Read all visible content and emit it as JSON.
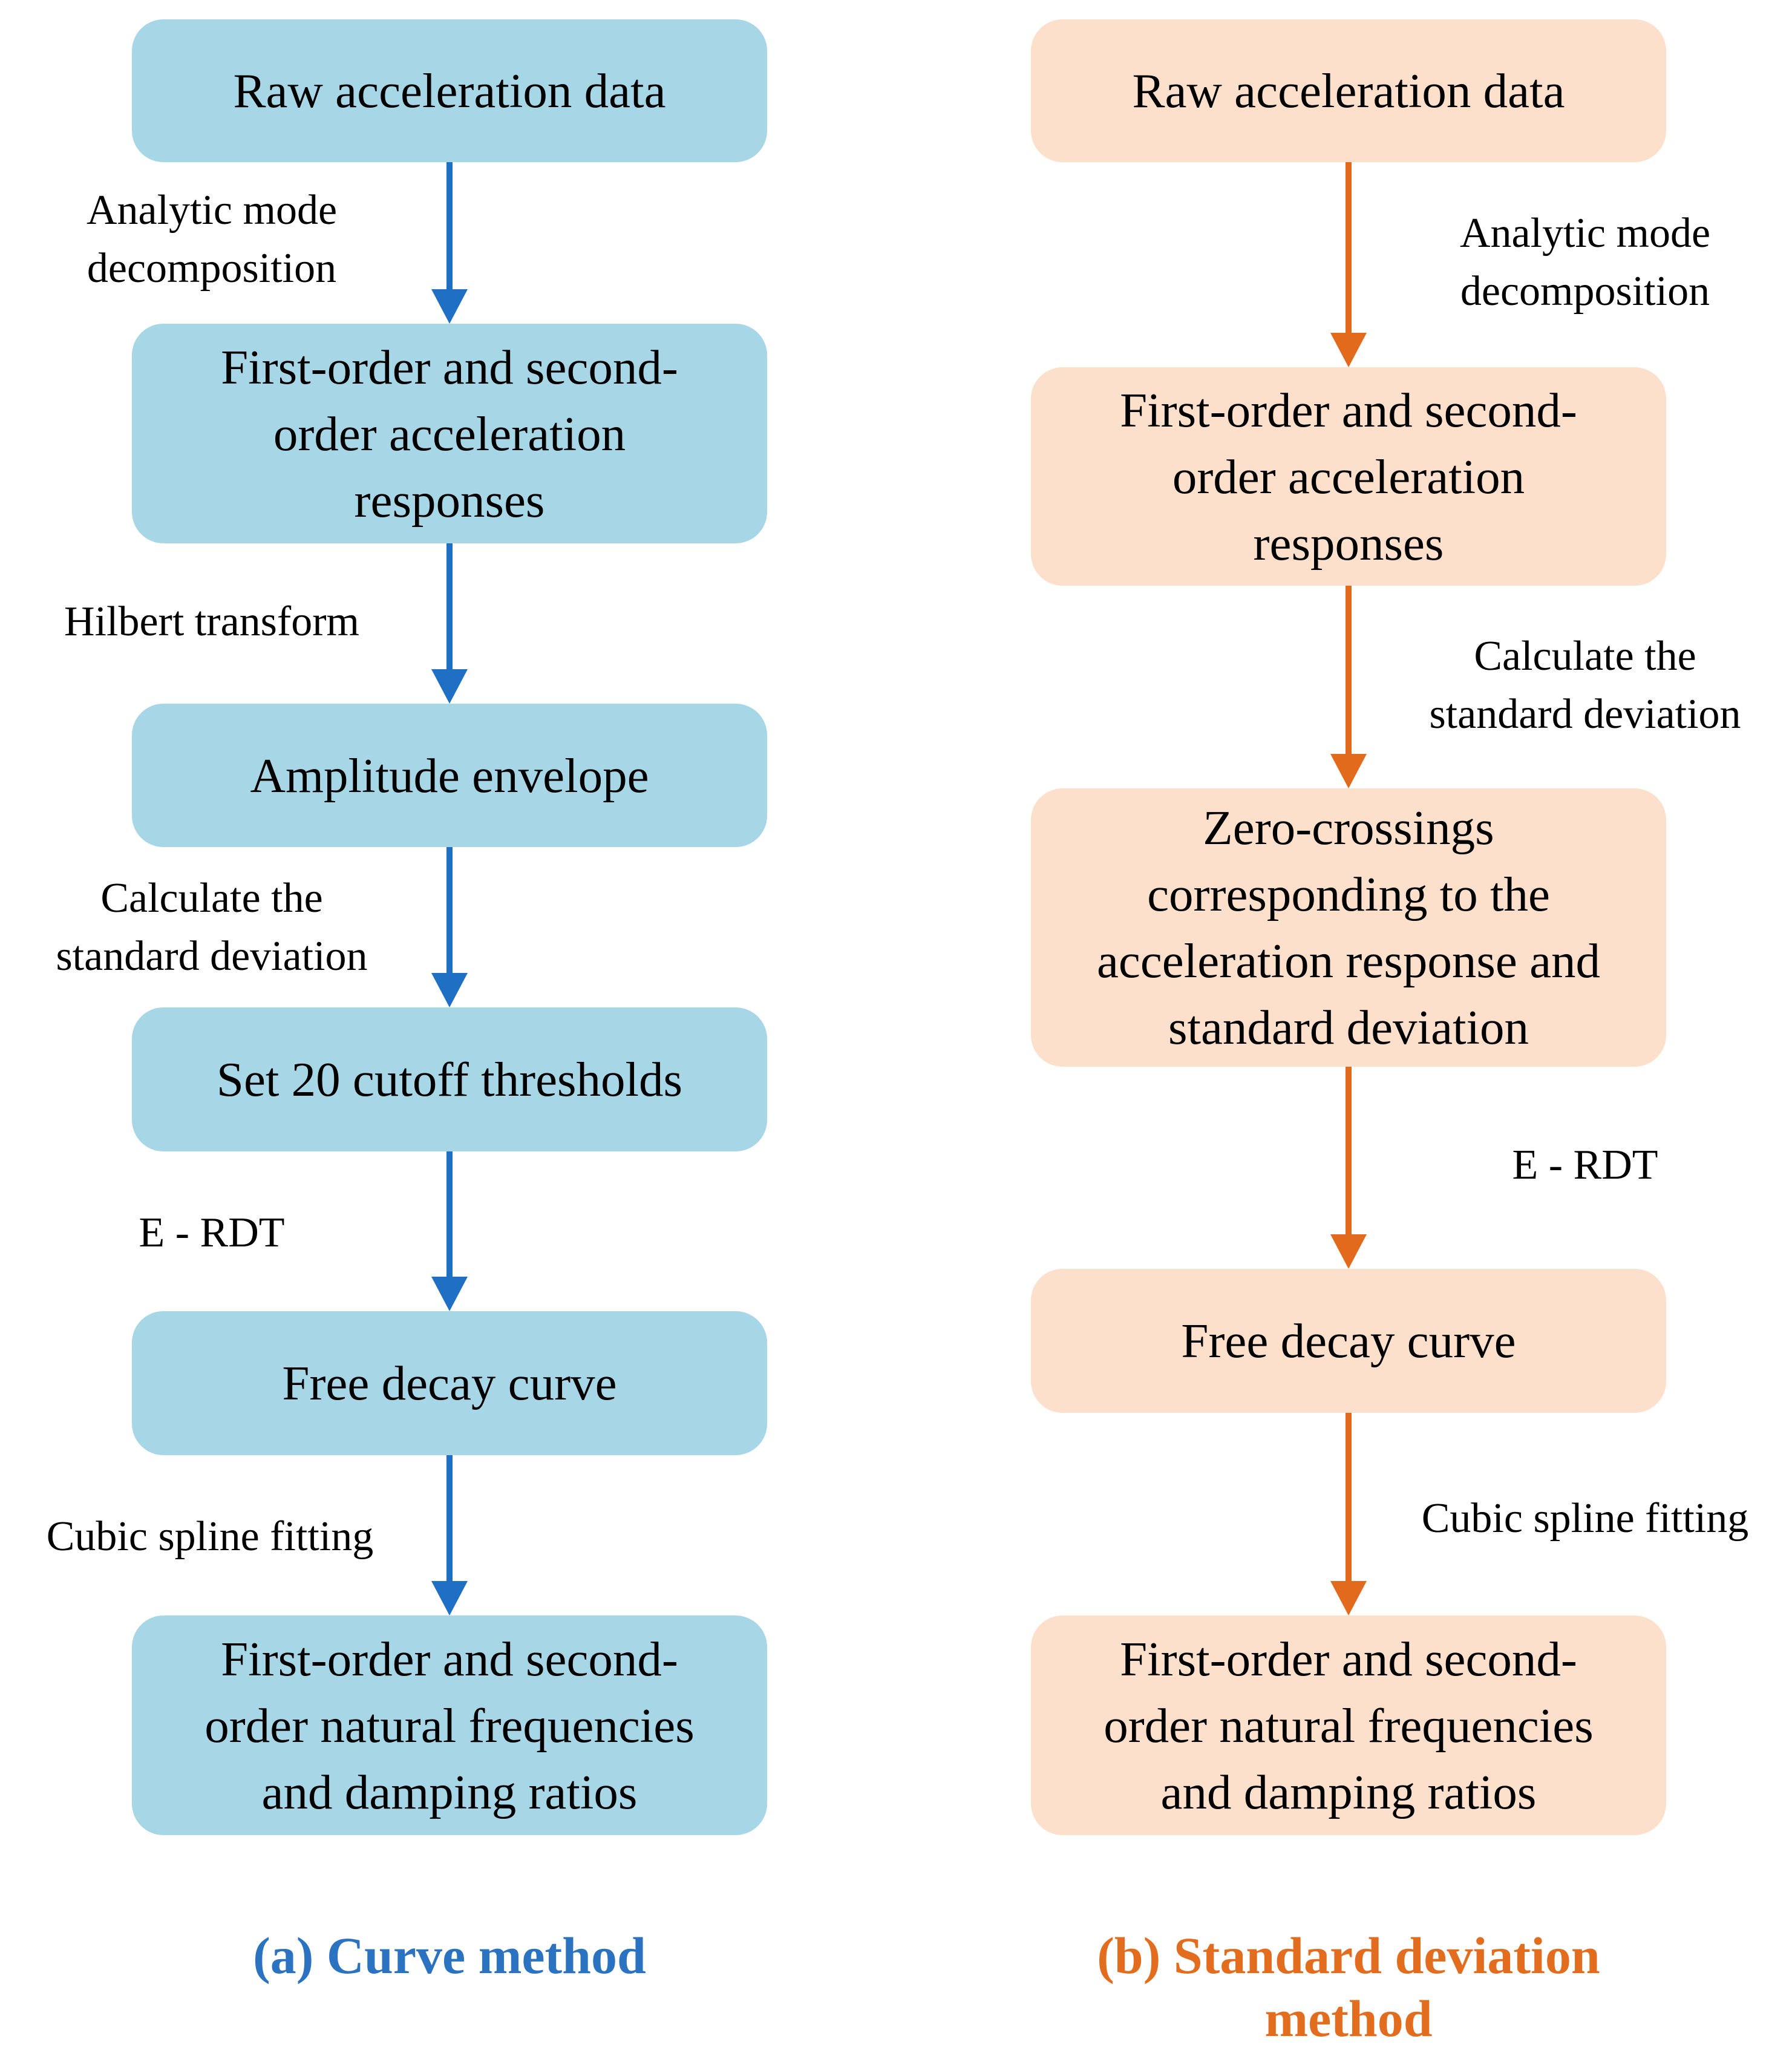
{
  "colors": {
    "left_box_fill": "#a7d6e6",
    "right_box_fill": "#fde0cb",
    "left_arrow": "#1f6fc5",
    "right_arrow": "#e26a1c",
    "left_caption": "#2b73c0",
    "right_caption": "#e36d1f"
  },
  "left": {
    "boxes": [
      "Raw acceleration data",
      "First-order and second-\norder acceleration\nresponses",
      "Amplitude envelope",
      "Set 20 cutoff thresholds",
      "Free decay curve",
      "First-order and second-\norder natural frequencies\nand damping ratios"
    ],
    "edges": [
      "Analytic mode\ndecomposition",
      "Hilbert transform",
      "Calculate the\nstandard deviation",
      "E - RDT",
      "Cubic spline fitting"
    ],
    "caption": "(a) Curve method"
  },
  "right": {
    "boxes": [
      "Raw acceleration data",
      "First-order and second-\norder acceleration\nresponses",
      "Zero-crossings\ncorresponding to the\nacceleration response and\nstandard deviation",
      "Free decay curve",
      "First-order and second-\norder natural frequencies\nand damping ratios"
    ],
    "edges": [
      "Analytic mode\ndecomposition",
      "Calculate the\nstandard deviation",
      "E - RDT",
      "Cubic spline fitting"
    ],
    "caption": "(b) Standard deviation\nmethod"
  }
}
